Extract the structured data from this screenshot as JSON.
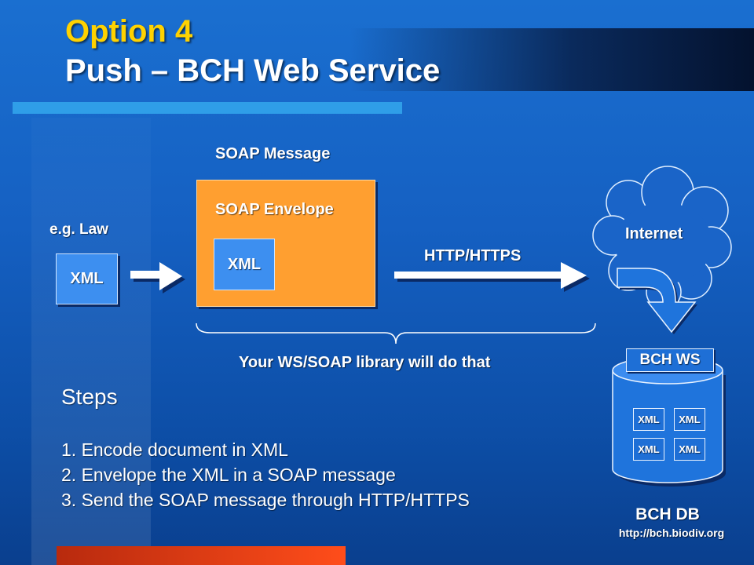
{
  "title": {
    "line1": "Option 4",
    "line2": "Push – BCH Web Service"
  },
  "diagram": {
    "source_label": "e.g. Law",
    "source_box": "XML",
    "soap_message_label": "SOAP Message",
    "soap_envelope_label": "SOAP Envelope",
    "inner_xml": "XML",
    "transport_label": "HTTP/HTTPS",
    "cloud_label": "Internet",
    "brace_caption": "Your WS/SOAP library will do that",
    "ws_label": "BCH WS",
    "db_items": [
      "XML",
      "XML",
      "XML",
      "XML"
    ],
    "db_label": "BCH DB",
    "db_url": "http://bch.biodiv.org"
  },
  "steps": {
    "title": "Steps",
    "items": [
      "1. Encode document in XML",
      "2. Envelope the XML in a SOAP message",
      "3. Send the SOAP message through HTTP/HTTPS"
    ]
  },
  "colors": {
    "title_accent": "#ffd200",
    "envelope": "#ff9f30",
    "xml_box": "#3d8ff0",
    "accent_bar": "#2f9ee8",
    "bottom_bar": "#ff4d1a"
  }
}
